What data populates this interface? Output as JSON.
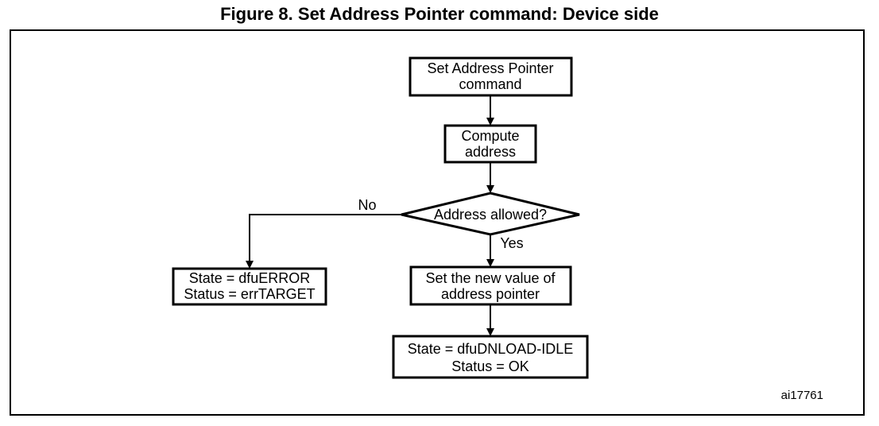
{
  "figure": {
    "title": "Figure 8. Set Address Pointer command: Device side",
    "reference_id": "ai17761"
  },
  "flowchart": {
    "start": {
      "line1": "Set Address Pointer",
      "line2": "command"
    },
    "compute": {
      "line1": "Compute",
      "line2": "address"
    },
    "decision": {
      "label": "Address allowed?",
      "yes_label": "Yes",
      "no_label": "No"
    },
    "error": {
      "line1": "State = dfuERROR",
      "line2": "Status = errTARGET"
    },
    "set_value": {
      "line1": "Set the new value of",
      "line2": "address pointer"
    },
    "idle": {
      "line1": "State = dfuDNLOAD-IDLE",
      "line2": "Status = OK"
    }
  }
}
